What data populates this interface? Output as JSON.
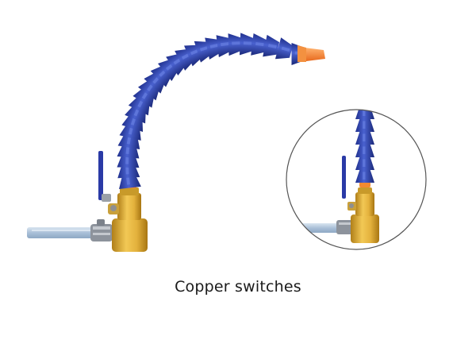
{
  "caption": "Copper switches",
  "colors": {
    "hose_segment": "#2b3fa8",
    "hose_highlight": "#4a62d0",
    "nozzle": "#f5883a",
    "brass": "#e3b13c",
    "brass_dark": "#b07f19",
    "valve_handle": "#2a3aa6",
    "supply_hose": "#b9cbe0",
    "clamp": "#9a9ea6",
    "zoom_circle": "#555555"
  },
  "icons": {
    "main": "coolant-hose-with-brass-valve",
    "zoom": "zoomed-brass-valve-detail"
  }
}
